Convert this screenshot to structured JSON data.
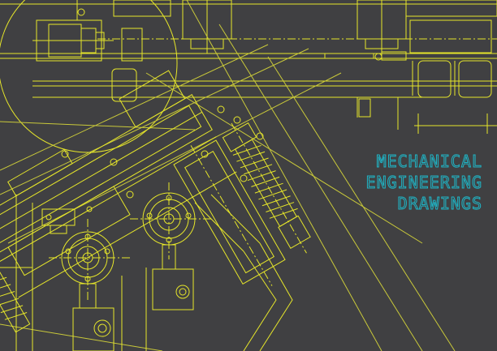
{
  "colors": {
    "background": "#404042",
    "line_primary": "#e6e62a",
    "line_secondary": "#c9c93a",
    "title_outline": "#1fb5c6"
  },
  "title": {
    "lines": [
      "MECHANICAL",
      "ENGINEERING",
      "DRAWINGS"
    ]
  }
}
